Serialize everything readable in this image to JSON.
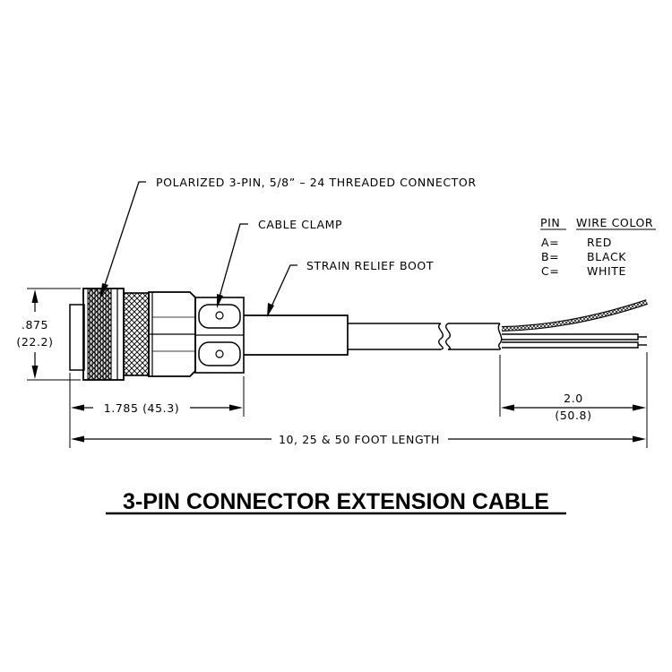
{
  "callouts": {
    "connector": "POLARIZED 3-PIN, 5/8” – 24 THREADED CONNECTOR",
    "clamp": "CABLE CLAMP",
    "boot": "STRAIN RELIEF BOOT"
  },
  "pin_table": {
    "header_pin": "PIN",
    "header_color": "WIRE COLOR",
    "rows": [
      {
        "pin": "A=",
        "color": "RED"
      },
      {
        "pin": "B=",
        "color": "BLACK"
      },
      {
        "pin": "C=",
        "color": "WHITE"
      }
    ]
  },
  "dimensions": {
    "diameter_in": ".875",
    "diameter_mm": "(22.2)",
    "connector_length": "1.785 (45.3)",
    "strip_length_in": "2.0",
    "strip_length_mm": "(50.8)",
    "overall_length": "10, 25 & 50 FOOT LENGTH"
  },
  "title": "3-PIN CONNECTOR EXTENSION CABLE",
  "colors": {
    "ink": "#000000",
    "background": "#ffffff"
  }
}
